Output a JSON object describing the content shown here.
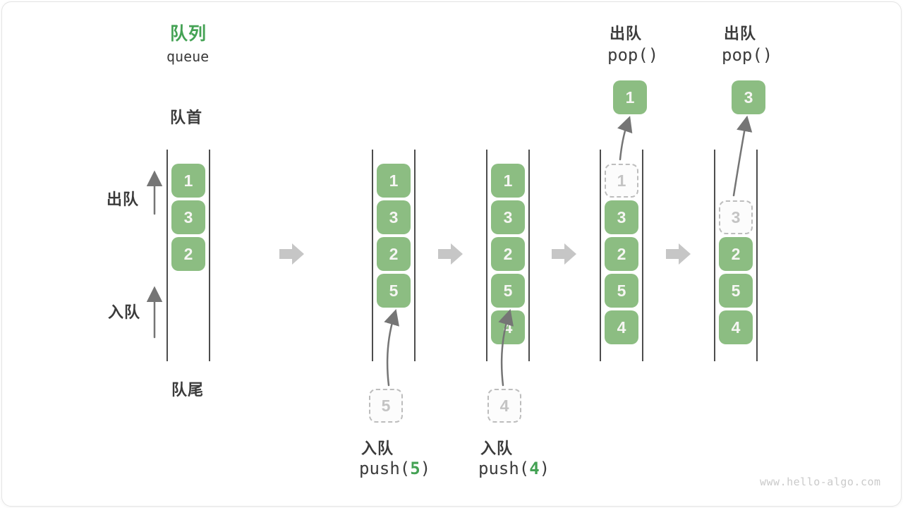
{
  "colors": {
    "accent-green": "#44a254",
    "box-green": "#8cbd82",
    "ghost-gray": "#bdbdbd",
    "text-dark": "#3b3b3b",
    "line-dark": "#4d4d4d",
    "arrow-gray": "#757575",
    "block-arrow-gray": "#c6c6c6",
    "watermark-gray": "#cacaca"
  },
  "header": {
    "title": "队列",
    "subtitle": "queue"
  },
  "labels": {
    "front": "队首",
    "rear": "队尾",
    "dequeue": "出队",
    "enqueue": "入队"
  },
  "states": {
    "s1": {
      "items": [
        "1",
        "3",
        "2"
      ]
    },
    "s2": {
      "items": [
        "1",
        "3",
        "2",
        "5"
      ],
      "incoming": "5"
    },
    "s3": {
      "items": [
        "1",
        "3",
        "2",
        "5",
        "4"
      ],
      "incoming": "4"
    },
    "s4": {
      "ghost": "1",
      "items": [
        "3",
        "2",
        "5",
        "4"
      ],
      "popped": "1"
    },
    "s5": {
      "ghost": "3",
      "items": [
        "2",
        "5",
        "4"
      ],
      "popped": "3"
    }
  },
  "operations": {
    "push5": {
      "label": "入队",
      "code_pre": "push(",
      "arg": "5",
      "code_post": ")"
    },
    "push4": {
      "label": "入队",
      "code_pre": "push(",
      "arg": "4",
      "code_post": ")"
    },
    "pop1": {
      "label": "出队",
      "code": "pop()"
    },
    "pop2": {
      "label": "出队",
      "code": "pop()"
    }
  },
  "watermark": "www.hello-algo.com"
}
